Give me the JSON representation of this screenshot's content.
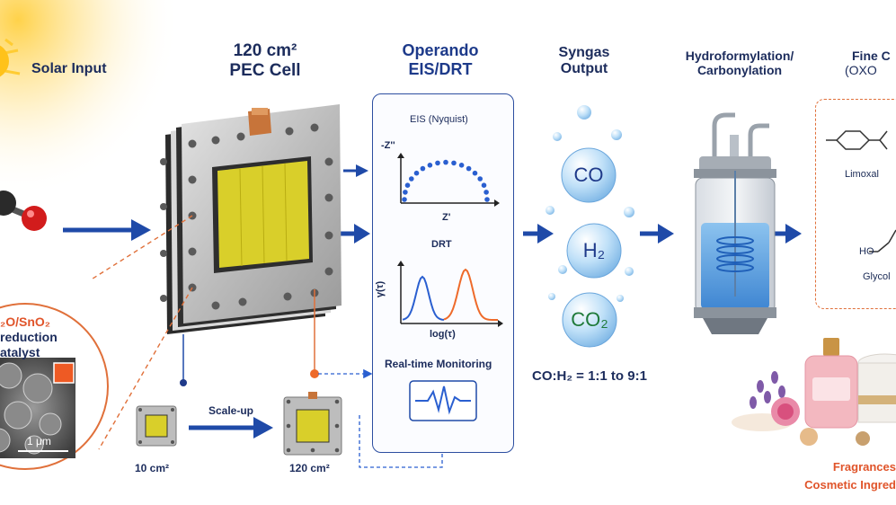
{
  "sections": {
    "solar": {
      "title": "Solar Input"
    },
    "pec": {
      "title_line1": "120 cm²",
      "title_line2": "PEC Cell"
    },
    "operando": {
      "title_line1": "Operando",
      "title_line2": "EIS/DRT"
    },
    "syngas": {
      "title_line1": "Syngas",
      "title_line2": "Output"
    },
    "hydro": {
      "title_line1": "Hydroformylation/",
      "title_line2": "Carbonylation"
    },
    "fine": {
      "title_line1": "Fine C",
      "title_line2": "(OXO"
    }
  },
  "catalyst": {
    "line1": "₂O/SnO₂",
    "line2": "reduction",
    "line3": "atalyst",
    "scale_bar": "1 μm"
  },
  "scaleup": {
    "label": "Scale-up",
    "small_cell": "10 cm²",
    "large_cell": "120 cm²"
  },
  "operando_panel": {
    "eis_title": "EIS (Nyquist)",
    "eis_ylabel": "-Z''",
    "eis_xlabel": "Z'",
    "drt_title": "DRT",
    "drt_ylabel": "γ(τ)",
    "drt_xlabel": "log(τ)",
    "monitor_title": "Real-time Monitoring"
  },
  "syngas_panel": {
    "bubbles": [
      "CO",
      "H₂",
      "CO₂"
    ],
    "ratio": "CO:H₂ = 1:1 to 9:1"
  },
  "fine_panel": {
    "chem1": "Limoxal",
    "chem2": "Glycol",
    "ho": "HO",
    "footer_line1": "Fragrances",
    "footer_line2": "Cosmetic Ingred"
  },
  "colors": {
    "arrow": "#1f4aa8",
    "navy": "#1c2c5c",
    "orange": "#e0542a",
    "accent_blue": "#2a5fd0",
    "drt_orange": "#ee6a2a"
  },
  "icons": [
    "sun-icon",
    "co-molecule-icon",
    "pec-cell-icon",
    "reactor-icon",
    "cosmetics-icon",
    "waveform-icon"
  ]
}
